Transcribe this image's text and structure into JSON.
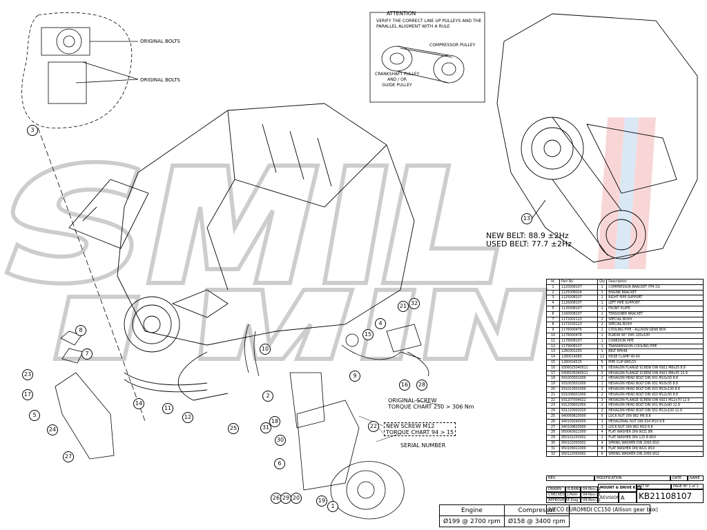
{
  "attention": {
    "title": "ATTENTION",
    "text": "VERIFY THE CORRECT LINE UP PULLEYS AND THE\nPARALLEL ALIGMENT WITH A RULE",
    "compressor_pulley": "COMPRESSOR PULLEY",
    "crankshaft_pulley": "CRANKSHAFT PULLEY\nAND / OR\nGUIDE PULLEY"
  },
  "detail": {
    "original_bolts_1": "ORIGINAL BOLTS",
    "original_bolts_2": "ORIGINAL BOLTS"
  },
  "belt": {
    "new": "NEW BELT: 88.9 ±2Hz",
    "used": "USED BELT: 77.7 ±2Hz"
  },
  "notes": {
    "original_screw": "ORIGINAL SCREW\nTORQUE CHART 250 > 306 Nm",
    "new_screw": "NEW SCREW M12\nTORQUE CHART 94 > 15",
    "serial_number": "SERIAL NUMBER"
  },
  "callouts": [
    "3",
    "13",
    "1",
    "2",
    "4",
    "5",
    "6",
    "7",
    "8",
    "9",
    "10",
    "11",
    "12",
    "14",
    "15",
    "16",
    "17",
    "18",
    "19",
    "20",
    "21",
    "22",
    "23",
    "24",
    "25",
    "26",
    "27",
    "28",
    "29",
    "30",
    "31",
    "32"
  ],
  "parts_table": {
    "headers": [
      "Id.",
      "Part No.",
      "Qty",
      "Description"
    ],
    "rows": [
      [
        "1",
        "1120008107",
        "1",
        "COMPRESSOR BRACKET (TM-31)"
      ],
      [
        "2",
        "1125008024",
        "1",
        "ENGINE BRACKET"
      ],
      [
        "3",
        "1125008107",
        "1",
        "RIGHT PIPE SUPPORT"
      ],
      [
        "4",
        "1126008107",
        "1",
        "LEFT PIPE SUPPORT"
      ],
      [
        "5",
        "1135008107",
        "1",
        "FRONT PLATE"
      ],
      [
        "6",
        "1160008107",
        "1",
        "TENSIONER BRACKET"
      ],
      [
        "7",
        "1172002123",
        "2",
        "SPECIAL BUSH"
      ],
      [
        "8",
        "1172030123",
        "2",
        "SPECIAL BUSH"
      ],
      [
        "9",
        "1176000476",
        "1",
        "COOLING PIPE - ALLISON GEAR BOX"
      ],
      [
        "10",
        "1178000476",
        "1",
        "ELBOW 90° D45 100x100"
      ],
      [
        "11",
        "1178008107",
        "1",
        "CONEXION PIPE"
      ],
      [
        "12",
        "1179008107",
        "1",
        "TRANSMISSION COOLING PIPE"
      ],
      [
        "13",
        "1260301250",
        "1",
        "BELT 8PK48"
      ],
      [
        "14",
        "1280014060",
        "12",
        "HOSE CLAMP 40-60"
      ],
      [
        "15",
        "1280024515",
        "5",
        "PIPE CLIP Ø45/15"
      ],
      [
        "16",
        "9306025040011",
        "5",
        "HEXAGON FLANGE SCREW DIN 6921 M8x25 8.8"
      ],
      [
        "17",
        "9306035040011",
        "5",
        "HEXAGON FLANGE SCREW DIN 6921 M8x35 10.9"
      ],
      [
        "18",
        "931003001000",
        "2",
        "HEXAGON HEAD BOLT DIN 931 M10x30 8.8"
      ],
      [
        "19",
        "931003501000",
        "1",
        "HEXAGON HEAD BOLT DIN 931 M10x35 8.8"
      ],
      [
        "20",
        "931013001000",
        "2",
        "HEXAGON HEAD BOLT DIN 933 M10x130 8.8"
      ],
      [
        "21",
        "931008001000",
        "2",
        "HEXAGON HEAD BOLT DIN 933 M12x30 8.8"
      ],
      [
        "22",
        "931207004022",
        "3",
        "HEXAGON FLANGE SCREW DIN 6921 M12x70 12.9"
      ],
      [
        "23",
        "931209002000",
        "2",
        "HEXAGON HEAD BOLT DIN 931 M12x90 12.9"
      ],
      [
        "24",
        "931210002020",
        "2",
        "HEXAGON HEAD BOLT DIN 931 M12x100 12.9"
      ],
      [
        "25",
        "940069820000",
        "5",
        "LOCK NUT DIN 982 M6 8.8"
      ],
      [
        "26",
        "940109340000",
        "1",
        "HEXAGONAL NUT DIN 934 M10 8.8"
      ],
      [
        "27",
        "940109820000",
        "3",
        "LOCK NUT DIN 982 M10 8.8"
      ],
      [
        "28",
        "950060921000",
        "4",
        "FLAT WASHER DIN 9021 Ø6"
      ],
      [
        "29",
        "950101250002",
        "2",
        "FLAT WASHER DIN 125 B Ø10"
      ],
      [
        "30",
        "950102093002",
        "4",
        "SPRING WASHER DIN 2093 Ø10"
      ],
      [
        "31",
        "950109021000",
        "8",
        "FLAT WASHER DIN 9021 Ø10"
      ],
      [
        "32",
        "950122093002",
        "6",
        "SPRING WASHER DIN 2093 Ø12"
      ]
    ]
  },
  "title_block": {
    "rev": "REV.",
    "modification": "MODIFICATION",
    "date": "DATE",
    "name": "NAME",
    "drawn": "DRAWN",
    "checked": "CHECKED",
    "approved": "APPROVED",
    "drawn_name": "R.BAÑO",
    "checked_name": "J.Petit",
    "approved_name": "E.Puig",
    "drawn_date": "04-Nov-21",
    "checked_date": "04-Nov-21",
    "approved_date": "04-Nov-21",
    "series": "MOUNT & DRIVE KITS",
    "revision_label": "REVISION",
    "revision_value": "A",
    "kit_label": "KIT Nº",
    "page_label": "PAGE Nº",
    "page_value": "1 of 1",
    "kit_value": "KB21108107",
    "vehicle": "IVECO EUROMIDI CC150 (Allison gear box)"
  },
  "rpm_table": {
    "engine_label": "Engine",
    "compressor_label": "Compressor",
    "engine_value": "Ø199 @ 2700 rpm",
    "compressor_value": "Ø158 @ 3400 rpm"
  }
}
